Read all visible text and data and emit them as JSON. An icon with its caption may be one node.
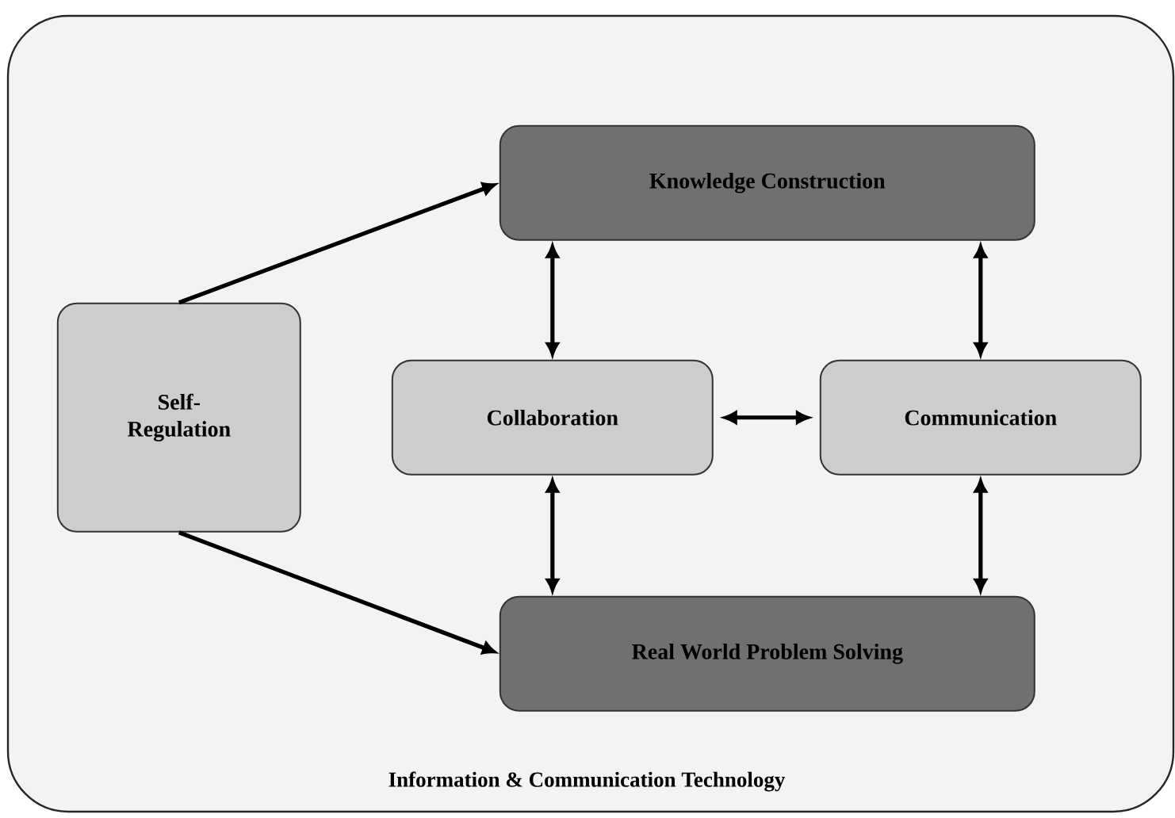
{
  "diagram": {
    "nodes": [
      {
        "text": [
          "Information & Communication Technology"
        ]
      },
      {
        "text": [
          "Knowledge Construction"
        ],
        "in": 0
      },
      {
        "text": [
          "Self-Regulation"
        ],
        "in": 0
      },
      {
        "text": [
          "Collaboration"
        ],
        "in": 0
      },
      {
        "text": [
          "Communication"
        ],
        "in": 0
      },
      {
        "text": [
          "Real World Problem Solving"
        ],
        "in": 0
      }
    ],
    "edges": [
      {
        "from": 2,
        "to": 1,
        "arrow": "to"
      },
      {
        "from": 2,
        "to": 5,
        "arrow": "to"
      },
      {
        "from": 1,
        "to": 3,
        "arrow": "both"
      },
      {
        "from": 1,
        "to": 4,
        "arrow": "both"
      },
      {
        "from": 3,
        "to": 4,
        "arrow": "both"
      },
      {
        "from": 3,
        "to": 5,
        "arrow": "both"
      },
      {
        "from": 4,
        "to": 5,
        "arrow": "both"
      }
    ]
  }
}
